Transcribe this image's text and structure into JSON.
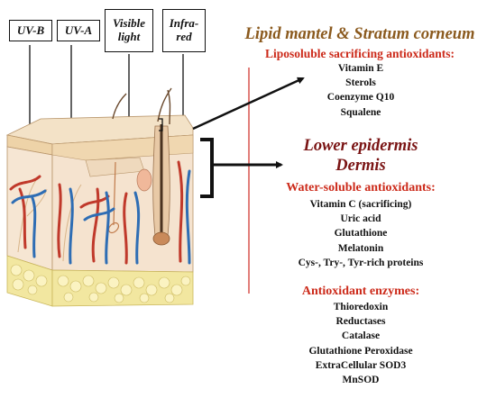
{
  "radiation": [
    {
      "id": "uvb",
      "label": "UV-B"
    },
    {
      "id": "uva",
      "label": "UV-A"
    },
    {
      "id": "visible",
      "label": "Visible light"
    },
    {
      "id": "infrared",
      "label": "Infra-red"
    }
  ],
  "sections": {
    "lipid": {
      "title": "Lipid mantel & Stratum corneum",
      "subtitle": "Liposoluble sacrificing antioxidants:",
      "items": [
        "Vitamin E",
        "Sterols",
        "Coenzyme Q10",
        "Squalene"
      ]
    },
    "lower": {
      "title1": "Lower epidermis",
      "title2": "Dermis",
      "water_subtitle": "Water-soluble antioxidants:",
      "water_items": [
        "Vitamin C (sacrificing)",
        "Uric acid",
        "Glutathione",
        "Melatonin",
        "Cys-, Try-, Tyr-rich proteins"
      ],
      "enzyme_subtitle": "Antioxidant enzymes:",
      "enzyme_items": [
        "Thioredoxin",
        "Reductases",
        "Catalase",
        "Glutathione Peroxidase",
        "ExtraCellular SOD3",
        "MnSOD"
      ]
    }
  },
  "colors": {
    "brown": "#8b5a1e",
    "red": "#cc2a1a",
    "dark_red": "#7a1414",
    "divider": "#d9534f",
    "vessel_red": "#c0392b",
    "vessel_blue": "#2e6db4",
    "fat": "#f2e7a0"
  }
}
